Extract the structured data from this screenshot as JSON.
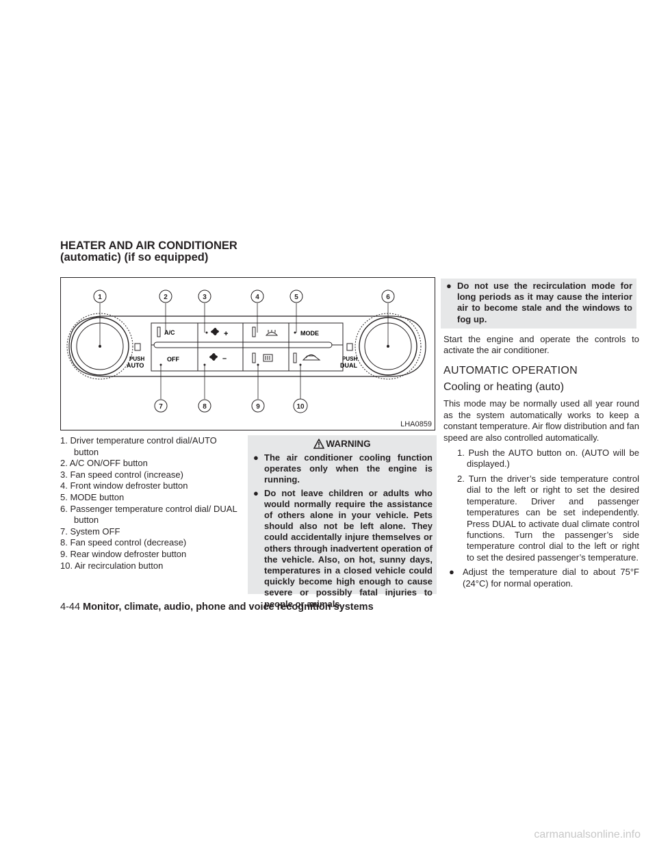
{
  "section": {
    "title_line1": "HEATER AND AIR CONDITIONER",
    "title_line2": "(automatic) (if so equipped)"
  },
  "figure": {
    "code": "LHA0859",
    "callouts": [
      "1",
      "2",
      "3",
      "4",
      "5",
      "6",
      "7",
      "8",
      "9",
      "10"
    ],
    "button_labels": {
      "ac": "A/C",
      "mode": "MODE",
      "off": "OFF",
      "push_left": "PUSH",
      "auto": "AUTO",
      "push_right": "PUSH",
      "dual": "DUAL",
      "plus": "+",
      "minus": "–"
    }
  },
  "legend": [
    "1.  Driver temperature control dial/AUTO button",
    "2.  A/C ON/OFF button",
    "3.  Fan speed control (increase)",
    "4.  Front window defroster button",
    "5.  MODE button",
    "6.  Passenger temperature control dial/ DUAL button",
    "7.  System OFF",
    "8.  Fan speed control (decrease)",
    "9.  Rear window defroster button",
    "10.  Air recirculation button"
  ],
  "warning": {
    "heading": "WARNING",
    "bullets": [
      "The air conditioner cooling function operates only when the engine is running.",
      "Do not leave children or adults who would normally require the assistance of others alone in your vehicle. Pets should also not be left alone. They could accidentally injure themselves or others through inadvertent operation of the vehicle. Also, on hot, sunny days, temperatures in a closed vehicle could quickly become high enough to cause severe or possibly fatal injuries to people or animals."
    ]
  },
  "right": {
    "note": "Do not use the recirculation mode for long periods as it may cause the interior air to become stale and the windows to fog up.",
    "intro": "Start the engine and operate the controls to activate the air conditioner.",
    "heading": "AUTOMATIC OPERATION",
    "subheading": "Cooling or heating (auto)",
    "body": "This mode may be normally used all year round as the system automatically works to keep a constant temperature. Air flow distribution and fan speed are also controlled automatically.",
    "steps": [
      "1. Push the AUTO button on. (AUTO will be displayed.)",
      "2. Turn the driver’s side temperature control dial to the left or right to set the desired temperature. Driver and passenger temperatures can be set independently. Press DUAL to activate dual climate control functions. Turn the passenger’s side temperature control dial to the left or right to set the desired passenger’s temperature."
    ],
    "bullet": "Adjust the temperature dial to about 75°F (24°C) for normal operation."
  },
  "footer": {
    "page_number": "4-44",
    "chapter": "Monitor, climate, audio, phone and voice recognition systems"
  },
  "watermark": "carmanualsonline.info",
  "bullet_glyph": "●"
}
